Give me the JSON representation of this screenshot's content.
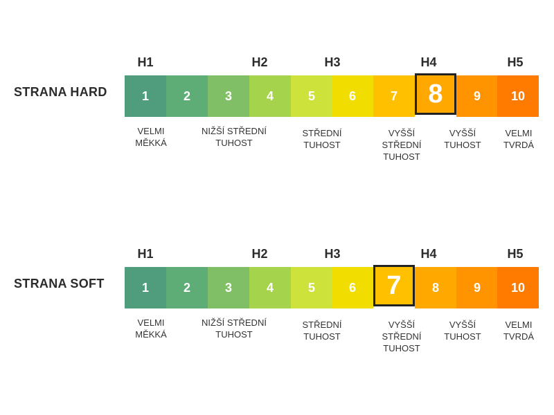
{
  "colors": [
    "#4f9d7c",
    "#5ead77",
    "#80bf66",
    "#a5d44c",
    "#cde23a",
    "#f1dd00",
    "#ffc000",
    "#ffa800",
    "#ff9400",
    "#ff7b00"
  ],
  "scales": [
    {
      "label": "STRANA HARD",
      "selected": 8,
      "h_labels": [
        "H1",
        "H2",
        "H3",
        "H4",
        "H5"
      ],
      "cells": [
        "1",
        "2",
        "3",
        "4",
        "5",
        "6",
        "7",
        "8",
        "9",
        "10"
      ],
      "descriptions": [
        [
          "VELMI",
          "MĚKKÁ"
        ],
        [
          "NIŽŠÍ STŘEDNÍ",
          "TUHOST"
        ],
        [
          "STŘEDNÍ",
          "TUHOST"
        ],
        [
          "VYŠŠÍ",
          "STŘEDNÍ",
          "TUHOST"
        ],
        [
          "VYŠŠÍ",
          "TUHOST"
        ],
        [
          "VELMI",
          "TVRDÁ"
        ]
      ]
    },
    {
      "label": "STRANA SOFT",
      "selected": 7,
      "h_labels": [
        "H1",
        "H2",
        "H3",
        "H4",
        "H5"
      ],
      "cells": [
        "1",
        "2",
        "3",
        "4",
        "5",
        "6",
        "7",
        "8",
        "9",
        "10"
      ],
      "descriptions": [
        [
          "VELMI",
          "MĚKKÁ"
        ],
        [
          "NIŽŠÍ STŘEDNÍ",
          "TUHOST"
        ],
        [
          "STŘEDNÍ",
          "TUHOST"
        ],
        [
          "VYŠŠÍ",
          "STŘEDNÍ",
          "TUHOST"
        ],
        [
          "VYŠŠÍ",
          "TUHOST"
        ],
        [
          "VELMI",
          "TVRDÁ"
        ]
      ]
    }
  ]
}
